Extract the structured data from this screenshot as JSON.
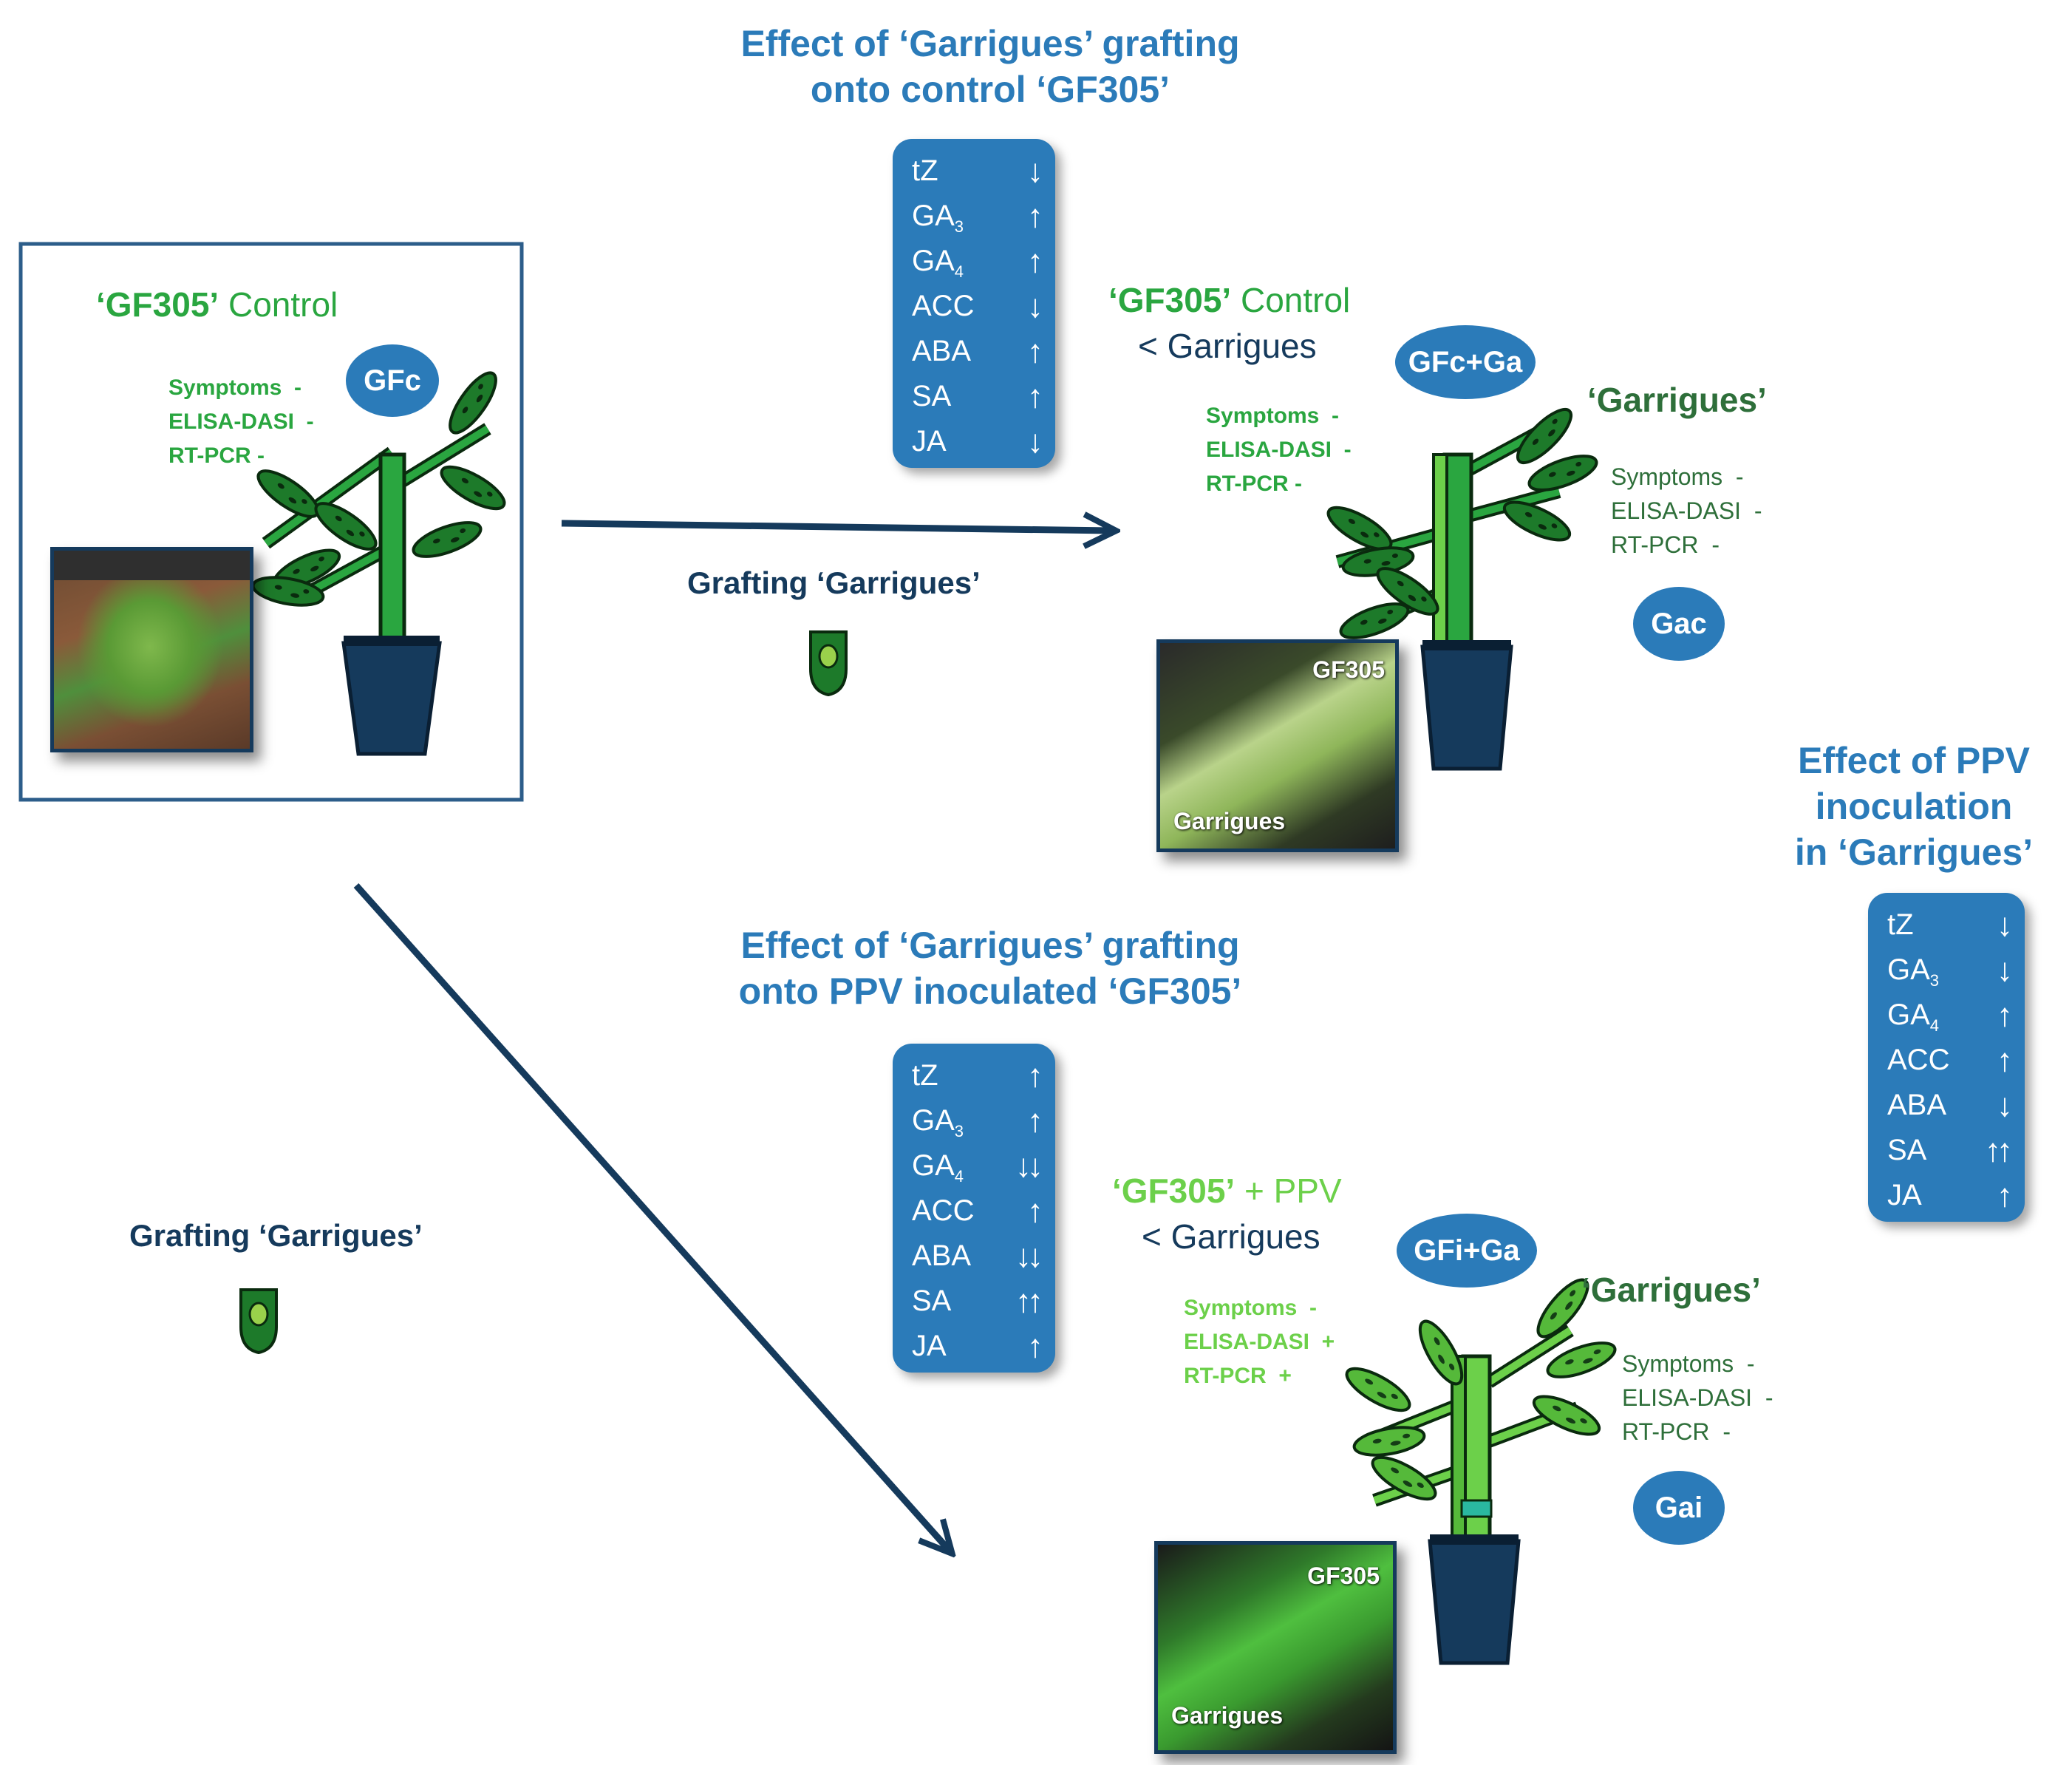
{
  "headings": {
    "top_line1": "Effect of ‘Garrigues’ grafting",
    "top_line2": "onto control ‘GF305’",
    "mid_line1": "Effect of ‘Garrigues’ grafting",
    "mid_line2": "onto PPV inoculated ‘GF305’",
    "right_line1": "Effect of PPV",
    "right_line2": "inoculation",
    "right_line3": "in ‘Garrigues’"
  },
  "panels": {
    "top": [
      {
        "label": "tZ",
        "sub": "",
        "arrow": "↓"
      },
      {
        "label": "GA",
        "sub": "3",
        "arrow": "↑"
      },
      {
        "label": "GA",
        "sub": "4",
        "arrow": "↑"
      },
      {
        "label": "ACC",
        "sub": "",
        "arrow": "↓"
      },
      {
        "label": "ABA",
        "sub": "",
        "arrow": "↑"
      },
      {
        "label": "SA",
        "sub": "",
        "arrow": "↑"
      },
      {
        "label": "JA",
        "sub": "",
        "arrow": "↓"
      }
    ],
    "middle": [
      {
        "label": "tZ",
        "sub": "",
        "arrow": "↑"
      },
      {
        "label": "GA",
        "sub": "3",
        "arrow": "↑"
      },
      {
        "label": "GA",
        "sub": "4",
        "arrow": "↓↓"
      },
      {
        "label": "ACC",
        "sub": "",
        "arrow": "↑"
      },
      {
        "label": "ABA",
        "sub": "",
        "arrow": "↓↓"
      },
      {
        "label": "SA",
        "sub": "",
        "arrow": "↑↑"
      },
      {
        "label": "JA",
        "sub": "",
        "arrow": "↑"
      }
    ],
    "right": [
      {
        "label": "tZ",
        "sub": "",
        "arrow": "↓"
      },
      {
        "label": "GA",
        "sub": "3",
        "arrow": "↓"
      },
      {
        "label": "GA",
        "sub": "4",
        "arrow": "↑"
      },
      {
        "label": "ACC",
        "sub": "",
        "arrow": "↑"
      },
      {
        "label": "ABA",
        "sub": "",
        "arrow": "↓"
      },
      {
        "label": "SA",
        "sub": "",
        "arrow": "↑↑"
      },
      {
        "label": "JA",
        "sub": "",
        "arrow": "↑"
      }
    ]
  },
  "control_box": {
    "title_bold": "‘GF305’",
    "title_rest": " Control",
    "status": "Symptoms  -\nELISA-DASI  -\nRT-PCR -",
    "oval": "GFc"
  },
  "graft_top": {
    "title_bold": "‘GF305’",
    "title_rest": " Control",
    "title_line2": "< Garrigues",
    "oval": "GFc+Ga",
    "stock_status": "Symptoms  -\nELISA-DASI  -\nRT-PCR -",
    "scion_title": "‘Garrigues’",
    "scion_status": "Symptoms  -\nELISA-DASI  -\nRT-PCR  -",
    "scion_oval": "Gac",
    "photo_top_label": "GF305",
    "photo_bottom_label": "Garrigues"
  },
  "graft_bottom": {
    "title_bold": "‘GF305’",
    "title_rest": " + PPV",
    "title_line2": "< Garrigues",
    "oval": "GFi+Ga",
    "stock_status": "Symptoms  -\nELISA-DASI  +\nRT-PCR  +",
    "scion_title": "‘Garrigues’",
    "scion_status": "Symptoms  -\nELISA-DASI  -\nRT-PCR  -",
    "scion_oval": "Gai",
    "photo_top_label": "GF305",
    "photo_bottom_label": "Garrigues"
  },
  "grafting_labels": {
    "center": "Grafting  ‘Garrigues’",
    "left": "Grafting  ‘Garrigues’"
  },
  "colors": {
    "panel_blue": "#2b7bb9",
    "navy": "#153a5c",
    "green": "#2aa640",
    "light_green": "#6cd04a",
    "dark_green": "#2e6f3a"
  }
}
